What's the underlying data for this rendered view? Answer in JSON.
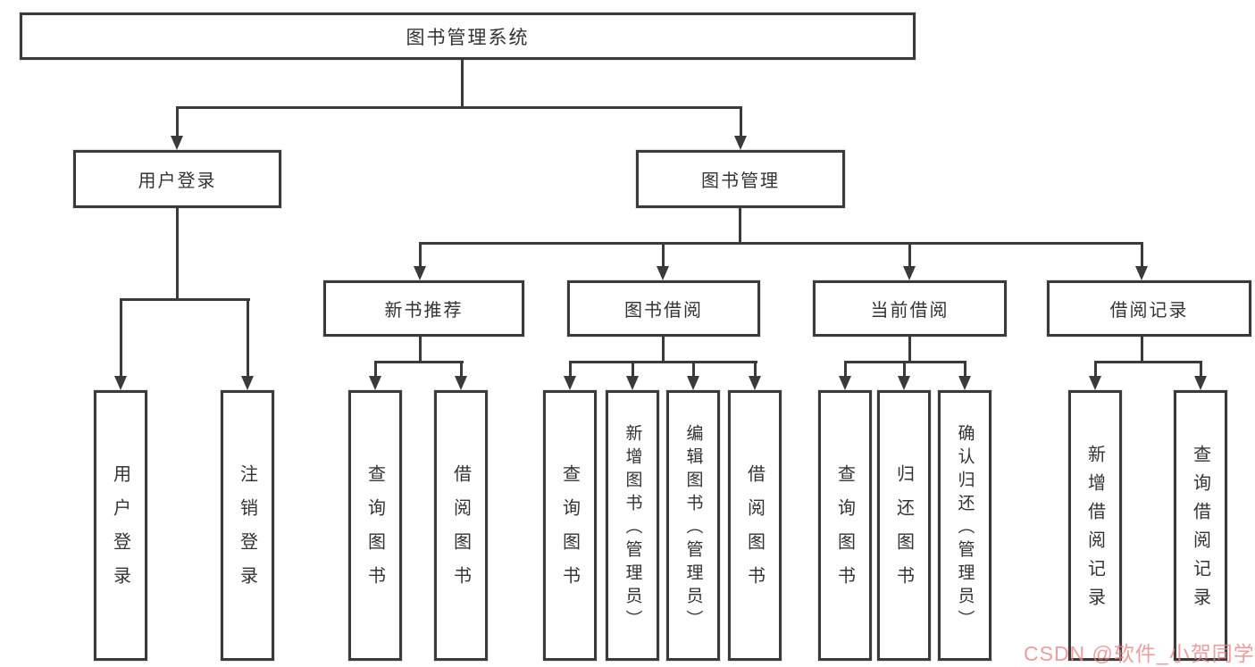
{
  "diagram": {
    "title": "图书管理系统",
    "root": {
      "label": "图书管理系统",
      "children": [
        {
          "label": "用户登录",
          "children": [
            {
              "label": "用户登录"
            },
            {
              "label": "注销登录"
            }
          ]
        },
        {
          "label": "图书管理",
          "children": [
            {
              "label": "新书推荐",
              "children": [
                {
                  "label": "查询图书"
                },
                {
                  "label": "借阅图书"
                }
              ]
            },
            {
              "label": "图书借阅",
              "children": [
                {
                  "label": "查询图书"
                },
                {
                  "label": "新增图书（管理员）"
                },
                {
                  "label": "编辑图书（管理员）"
                },
                {
                  "label": "借阅图书"
                }
              ]
            },
            {
              "label": "当前借阅",
              "children": [
                {
                  "label": "查询图书"
                },
                {
                  "label": "归还图书"
                },
                {
                  "label": "确认归还（管理员）"
                }
              ]
            },
            {
              "label": "借阅记录",
              "children": [
                {
                  "label": "新增借阅记录"
                },
                {
                  "label": "查询借阅记录"
                }
              ]
            }
          ]
        }
      ]
    }
  },
  "watermark": {
    "text": "CSDN @软件_小贺同学"
  },
  "colors": {
    "line": "#3a3a3a",
    "text": "#333333",
    "box_bg": "#ffffff",
    "watermark": "#ec8282"
  }
}
